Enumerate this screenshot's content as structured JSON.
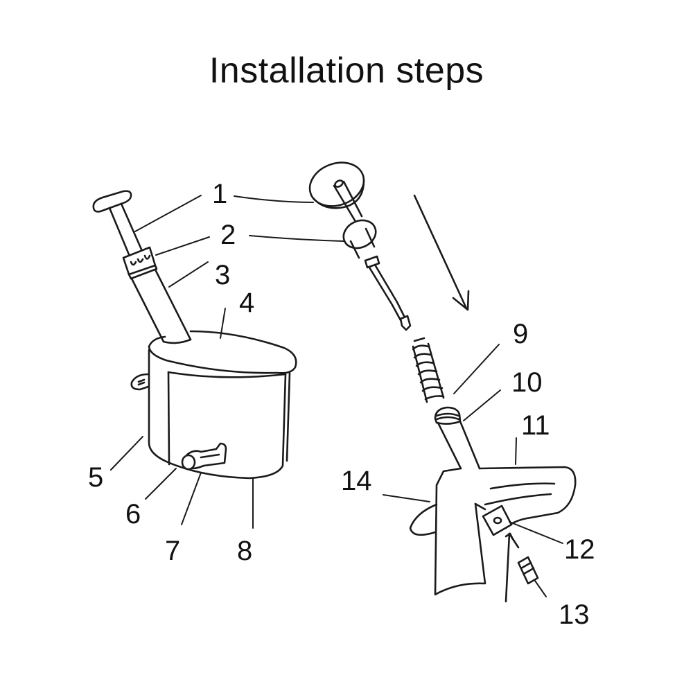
{
  "title": "Installation steps",
  "labels": {
    "l1": "1",
    "l2": "2",
    "l3": "3",
    "l4": "4",
    "l5": "5",
    "l6": "6",
    "l7": "7",
    "l8": "8",
    "l9": "9",
    "l10": "10",
    "l11": "11",
    "l12": "12",
    "l13": "13",
    "l14": "14"
  },
  "colors": {
    "line": "#1a1a1a",
    "background": "#ffffff",
    "text": "#111111"
  }
}
